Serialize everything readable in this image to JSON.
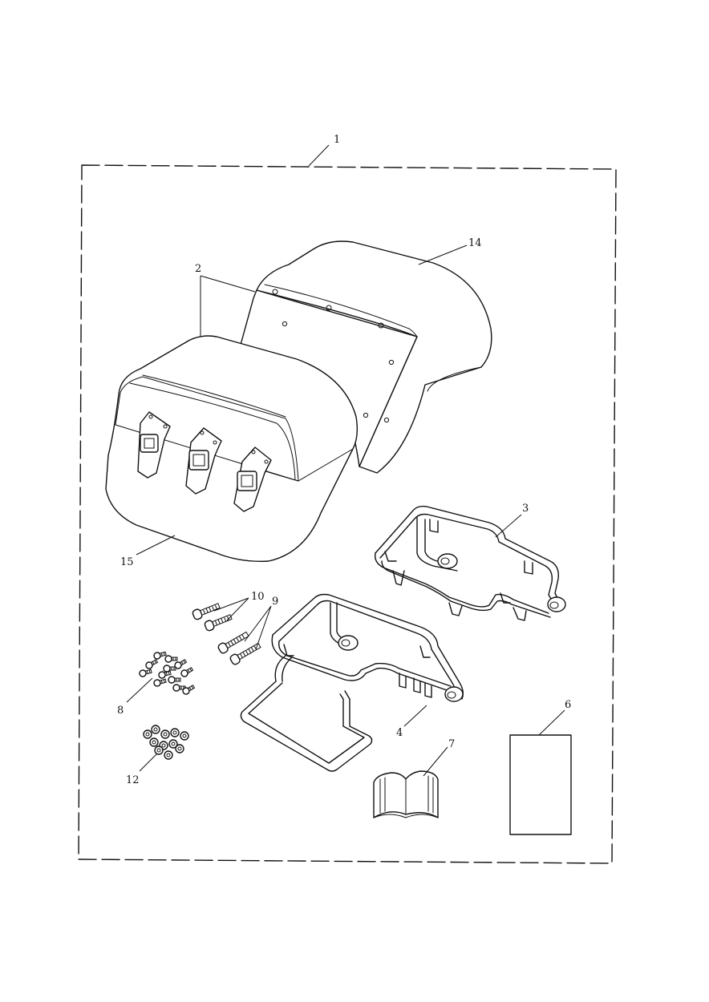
{
  "callouts": {
    "c1": "1",
    "c2": "2",
    "c3": "3",
    "c4": "4",
    "c6": "6",
    "c7": "7",
    "c8": "8",
    "c9": "9",
    "c10": "10",
    "c12": "12",
    "c14": "14",
    "c15": "15"
  },
  "icons": {
    "pannier": "pannier-icon",
    "frame": "mounting-frame-icon",
    "bolt": "bolt-icon",
    "nut": "nut-icon",
    "manual": "manual-book-icon",
    "sheet": "instruction-sheet-icon"
  },
  "colors": {
    "line": "#111111",
    "background": "#ffffff"
  }
}
